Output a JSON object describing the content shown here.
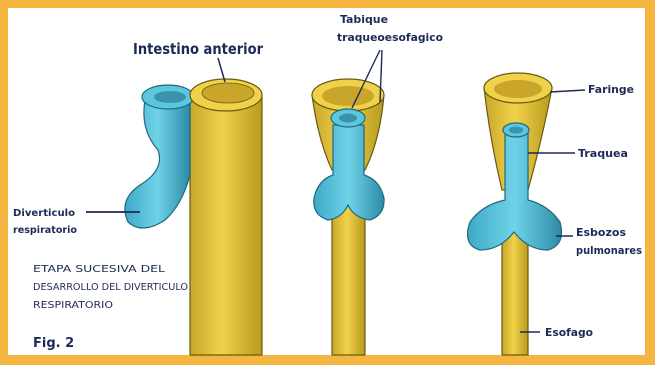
{
  "colors": {
    "border": "#f5b641",
    "yellow": "#e8c63a",
    "yellow_dark": "#b89a1e",
    "blue": "#5cc6dd",
    "blue_dark": "#2d8aa6",
    "label": "#1d2a57"
  },
  "labels": {
    "intestino_anterior": "Intestino anterior",
    "tabique_1": "Tabique",
    "tabique_2": "traqueoesofagico",
    "faringe": "Faringe",
    "traquea": "Traquea",
    "esbozos_1": "Esbozos",
    "esbozos_2": "pulmonares",
    "esofago": "Esofago",
    "diverticulo_1": "Diverticulo",
    "diverticulo_2": "respiratorio"
  },
  "caption": {
    "line1": "ETAPA SUCESIVA DEL",
    "line2": "DESARROLLO DEL DIVERTICULO",
    "line3": "RESPIRATORIO",
    "fig": "Fig. 2"
  }
}
